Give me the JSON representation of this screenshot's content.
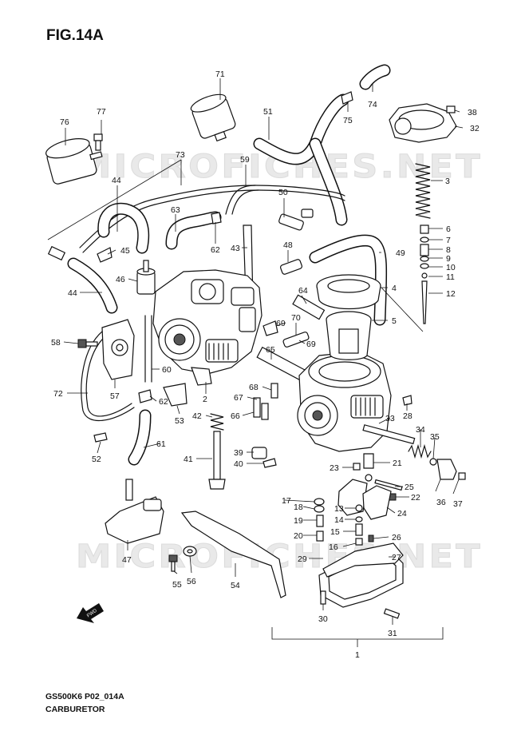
{
  "header": {
    "figure_title": "FIG.14A"
  },
  "footer": {
    "code": "GS500K6 P02_014A",
    "caption": "CARBURETOR"
  },
  "watermark": {
    "text": "MICROFICHES.NET",
    "color": "#e9e9e9"
  },
  "arrow": {
    "label": "FWD"
  },
  "callouts": [
    "71",
    "74",
    "51",
    "75",
    "77",
    "76",
    "38",
    "32",
    "73",
    "59",
    "3",
    "44",
    "63",
    "50",
    "6",
    "7",
    "8",
    "9",
    "45",
    "62",
    "43",
    "48",
    "49",
    "10",
    "11",
    "46",
    "44",
    "4",
    "12",
    "64",
    "69",
    "70",
    "5",
    "58",
    "69",
    "65",
    "60",
    "72",
    "57",
    "62",
    "68",
    "67",
    "66",
    "42",
    "2",
    "53",
    "28",
    "33",
    "34",
    "35",
    "21",
    "52",
    "61",
    "39",
    "40",
    "41",
    "23",
    "22",
    "25",
    "24",
    "36",
    "37",
    "17",
    "18",
    "13",
    "14",
    "19",
    "20",
    "15",
    "16",
    "26",
    "29",
    "27",
    "47",
    "56",
    "55",
    "54",
    "30",
    "31",
    "1"
  ]
}
